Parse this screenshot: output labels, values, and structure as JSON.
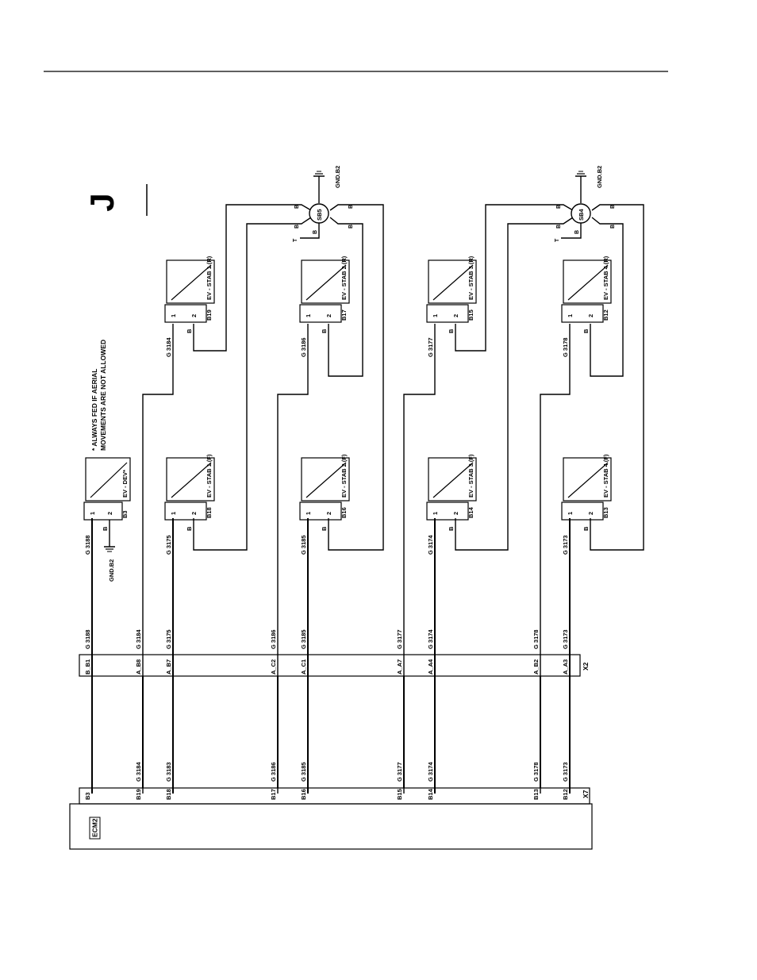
{
  "page_mark": "J",
  "note": "* ALWAYS FED IF AERIAL MOVEMENTS ARE NOT ALLOWED",
  "note_line1": "* ALWAYS FED IF AERIAL",
  "note_line2": "MOVEMENTS ARE NOT ALLOWED",
  "ecu": {
    "label": "ECM2",
    "connector": "X7"
  },
  "junction_connector": "X2",
  "ground_label": "GND.B2",
  "pin_labels": {
    "one": "1",
    "two": "2",
    "b": "B",
    "t": "T"
  },
  "splices": [
    {
      "id": "SB5",
      "ground": "GND.B2"
    },
    {
      "id": "SB4",
      "ground": "GND.B2"
    }
  ],
  "wires_to_ecu": [
    {
      "x2_pin": "B_B1",
      "ecu_pin": "B3",
      "wire_x2": "G 3188",
      "wire_ecu": ""
    },
    {
      "x2_pin": "A_B8",
      "ecu_pin": "B19",
      "wire_x2": "G 3184",
      "wire_ecu": "G 3184"
    },
    {
      "x2_pin": "A_B7",
      "ecu_pin": "B18",
      "wire_x2": "G 3175",
      "wire_ecu": "G 3183"
    },
    {
      "x2_pin": "A_C2",
      "ecu_pin": "B17",
      "wire_x2": "G 3186",
      "wire_ecu": "G 3186"
    },
    {
      "x2_pin": "A_C1",
      "ecu_pin": "B16",
      "wire_x2": "G 3185",
      "wire_ecu": "G 3185"
    },
    {
      "x2_pin": "A_A7",
      "ecu_pin": "B15",
      "wire_x2": "G 3177",
      "wire_ecu": "G 3177"
    },
    {
      "x2_pin": "A_A4",
      "ecu_pin": "B14",
      "wire_x2": "G 3174",
      "wire_ecu": "G 3174"
    },
    {
      "x2_pin": "A_B2",
      "ecu_pin": "B13",
      "wire_x2": "G 3178",
      "wire_ecu": "G 3178"
    },
    {
      "x2_pin": "A_A3",
      "ecu_pin": "B12",
      "wire_x2": "G 3173",
      "wire_ecu": "G 3173"
    }
  ],
  "valves_front": [
    {
      "name": "EV - DEV*",
      "connector": "B3",
      "wire1": "G 3188",
      "wire2": "B"
    },
    {
      "name": "EV - STAB 1 (F)",
      "connector": "B18",
      "wire1": "G 3175",
      "wire2": "B"
    },
    {
      "name": "EV - STAB 2 (F)",
      "connector": "B16",
      "wire1": "G 3185",
      "wire2": "B"
    },
    {
      "name": "EV - STAB 3 (F)",
      "connector": "B14",
      "wire1": "G 3174",
      "wire2": "B"
    },
    {
      "name": "EV - STAB 4 (F)",
      "connector": "B13",
      "wire1": "G 3173",
      "wire2": "B"
    }
  ],
  "valves_rear": [
    {
      "name": "EV - STAB 1 (R)",
      "connector": "B19",
      "wire1": "G 3184",
      "wire2": "B"
    },
    {
      "name": "EV - STAB 2 (R)",
      "connector": "B17",
      "wire1": "G 3186",
      "wire2": "B"
    },
    {
      "name": "EV - STAB 3 (R)",
      "connector": "B15",
      "wire1": "G 3177",
      "wire2": "B"
    },
    {
      "name": "EV - STAB 4 (R)",
      "connector": "B12",
      "wire1": "G 3178",
      "wire2": "B"
    }
  ]
}
